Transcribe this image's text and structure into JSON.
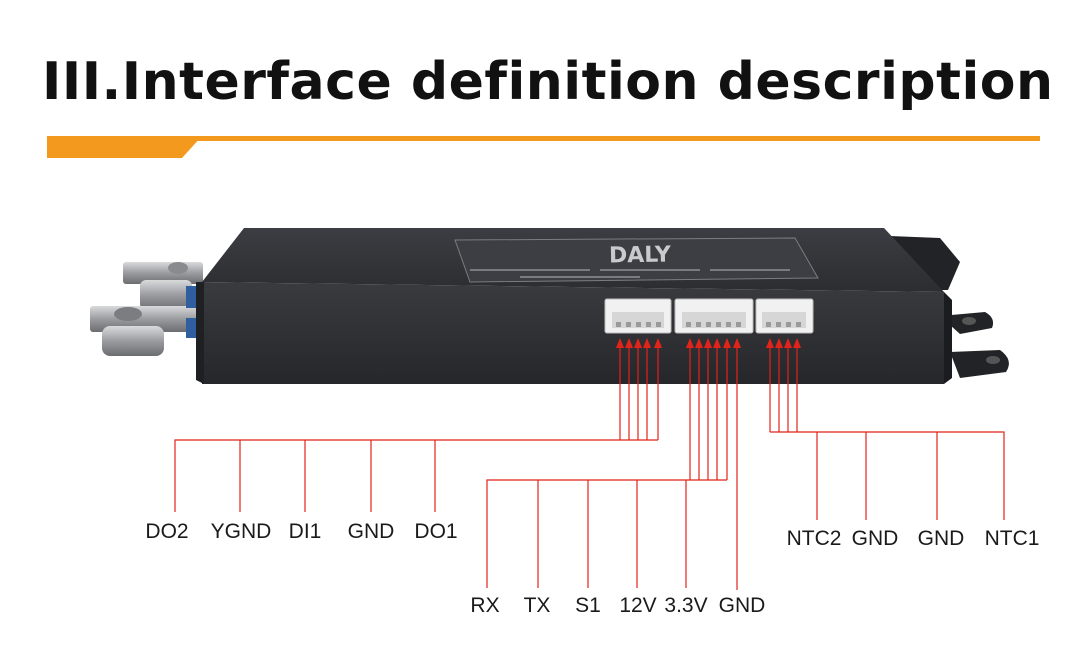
{
  "title": "III.Interface definition description",
  "colors": {
    "accent": "#f39a1e",
    "wire": "#e2231a",
    "device": "#2b2c30"
  },
  "device": {
    "brand": "DALY"
  },
  "connectors": [
    {
      "name": "left-connector",
      "pins": [
        "DO2",
        "YGND",
        "DI1",
        "GND",
        "DO1"
      ]
    },
    {
      "name": "middle-connector",
      "pins": [
        "RX",
        "TX",
        "S1",
        "12V",
        "3.3V",
        "GND"
      ]
    },
    {
      "name": "right-connector",
      "pins": [
        "NTC2",
        "GND",
        "GND",
        "NTC1"
      ]
    }
  ]
}
